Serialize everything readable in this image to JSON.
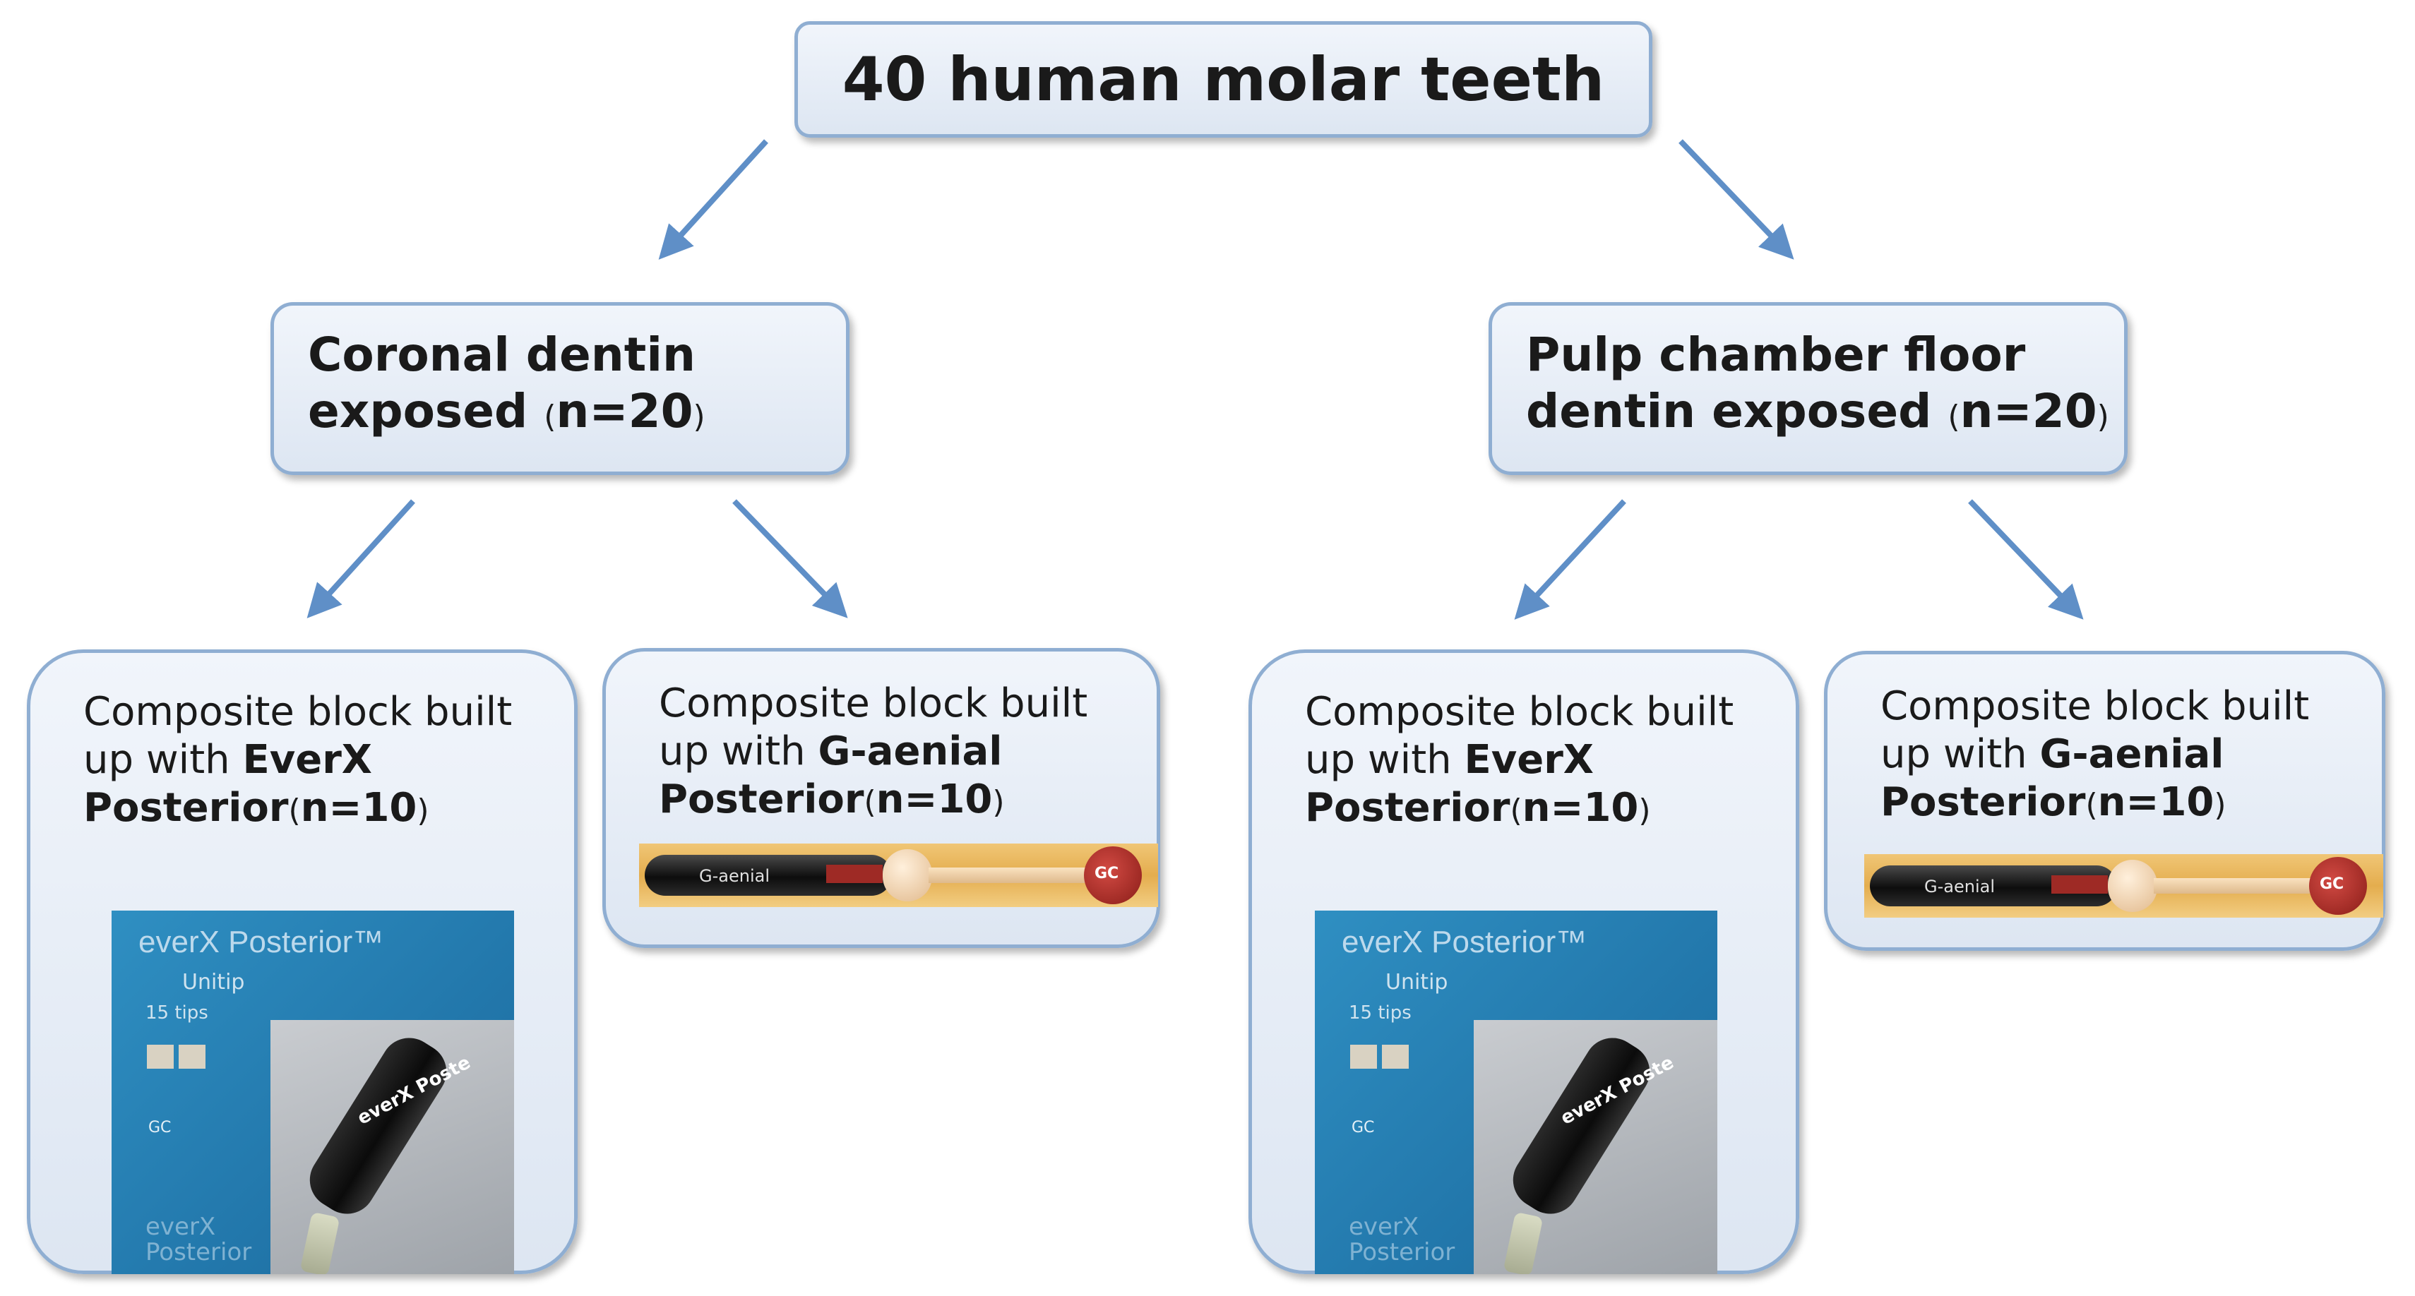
{
  "root": {
    "label": "40 human molar teeth"
  },
  "branches": [
    {
      "line1": "Coronal dentin",
      "line2": "exposed",
      "count": "n=20",
      "leaves": [
        {
          "text1": "Composite block built",
          "text2a": "up with ",
          "material1": "EverX",
          "material2": "Posterior",
          "count": "n=10",
          "image": "everX-posterior-package"
        },
        {
          "text1": "Composite block built",
          "text2a": "up with ",
          "material1": "G-aenial",
          "material2": "Posterior",
          "count": "n=10",
          "image": "g-aenial-syringe"
        }
      ]
    },
    {
      "line1": "Pulp chamber floor",
      "line2": "dentin exposed",
      "count": "n=20",
      "leaves": [
        {
          "text1": "Composite block built",
          "text2a": "up with ",
          "material1": "EverX",
          "material2": "Posterior",
          "count": "n=10",
          "image": "everX-posterior-package"
        },
        {
          "text1": "Composite block built",
          "text2a": "up with ",
          "material1": "G-aenial",
          "material2": "Posterior",
          "count": "n=10",
          "image": "g-aenial-syringe"
        }
      ]
    }
  ],
  "colors": {
    "box_border": "#8faed2",
    "box_fill": "#e6edf6",
    "arrow": "#5f8fc7"
  }
}
